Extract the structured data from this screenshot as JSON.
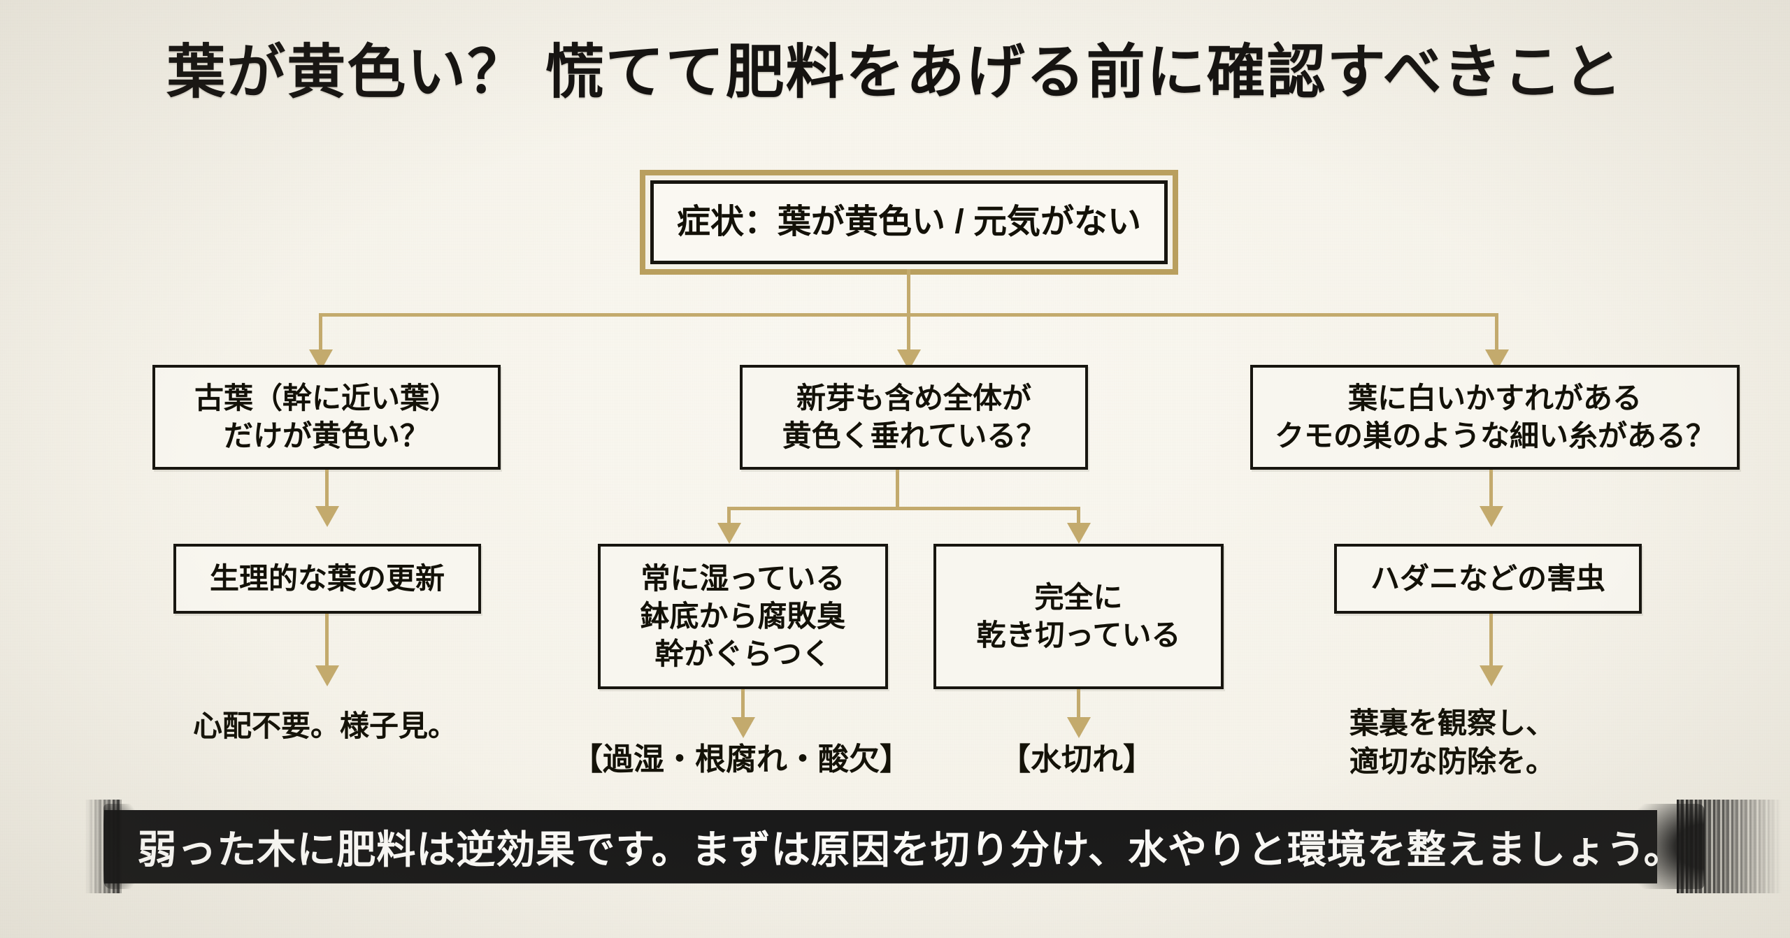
{
  "title": "葉が黄色い？ 慌てて肥料をあげる前に確認すべきこと",
  "colors": {
    "background": "#f7f5ee",
    "ink": "#17150f",
    "connector_gold": "#c3aa6d",
    "root_frame_gold": "#b99f5e",
    "banner_ink": "#1a1a1a",
    "banner_text": "#fbfaf7"
  },
  "flow": {
    "root": {
      "label": "症状：葉が黄色い / 元気がない"
    },
    "branches": [
      {
        "question": "古葉（幹に近い葉）\nだけが黄色い？",
        "diagnosis": [
          "生理的な葉の更新"
        ],
        "outcomes": [
          "心配不要。様子見。"
        ]
      },
      {
        "question": "新芽も含め全体が\n黄色く垂れている？",
        "diagnosis": [
          "常に湿っている\n鉢底から腐敗臭\n幹がぐらつく",
          "完全に\n乾き切っている"
        ],
        "outcomes": [
          "【過湿・根腐れ・酸欠】",
          "【水切れ】"
        ]
      },
      {
        "question": "葉に白いかすれがある\nクモの巣のような細い糸がある？",
        "diagnosis": [
          "ハダニなどの害虫"
        ],
        "outcomes": [
          "葉裏を観察し、\n適切な防除を。"
        ]
      }
    ]
  },
  "banner": {
    "message": "弱った木に肥料は逆効果です。まずは原因を切り分け、水やりと環境を整えましょう。"
  }
}
